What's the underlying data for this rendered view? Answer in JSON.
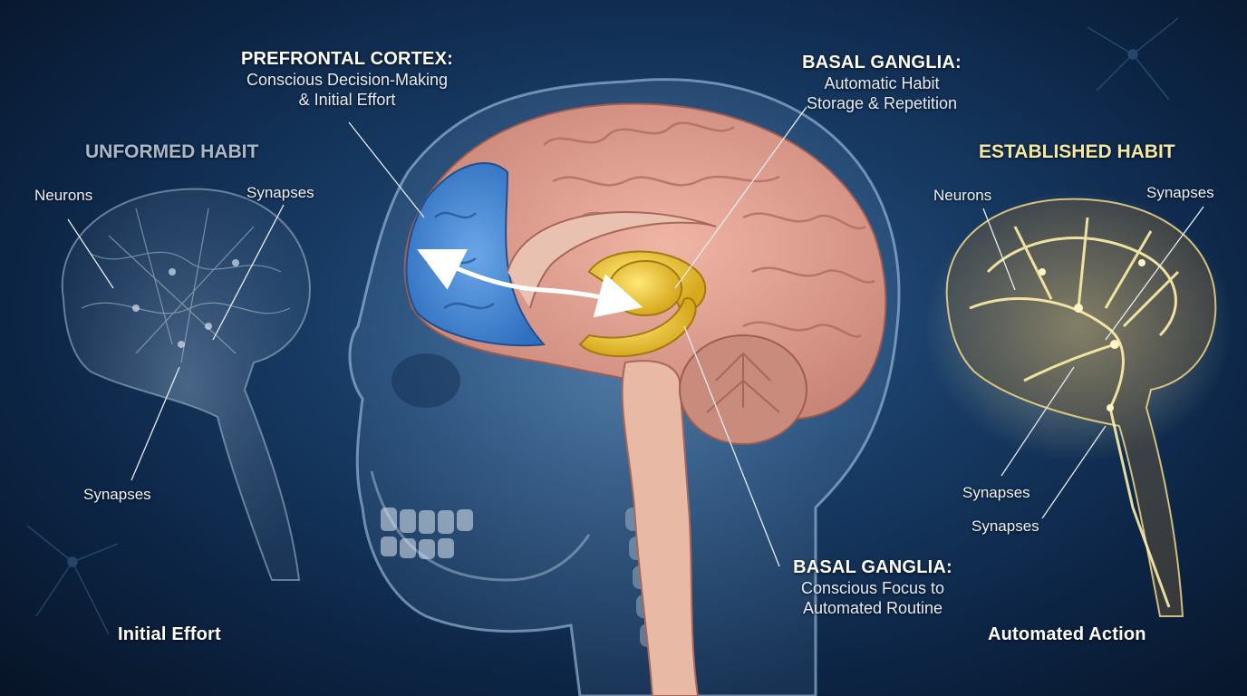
{
  "titles": {
    "unformed": "UNFORMED HABIT",
    "established": "ESTABLISHED HABIT"
  },
  "prefrontal": {
    "title": "PREFRONTAL CORTEX:",
    "line1": "Conscious Decision-Making",
    "line2": "& Initial Effort"
  },
  "basal_top": {
    "title": "BASAL GANGLIA:",
    "line1": "Automatic Habit",
    "line2": "Storage & Repetition"
  },
  "basal_bottom": {
    "title": "BASAL GANGLIA:",
    "line1": "Conscious Focus to",
    "line2": "Automated Routine"
  },
  "left_brain": {
    "neurons": "Neurons",
    "synapses_top": "Synapses",
    "synapses_bottom": "Synapses",
    "caption": "Initial Effort"
  },
  "right_brain": {
    "neurons": "Neurons",
    "synapses_top": "Synapses",
    "synapses_mid": "Synapses",
    "synapses_bottom": "Synapses",
    "caption": "Automated Action"
  }
}
